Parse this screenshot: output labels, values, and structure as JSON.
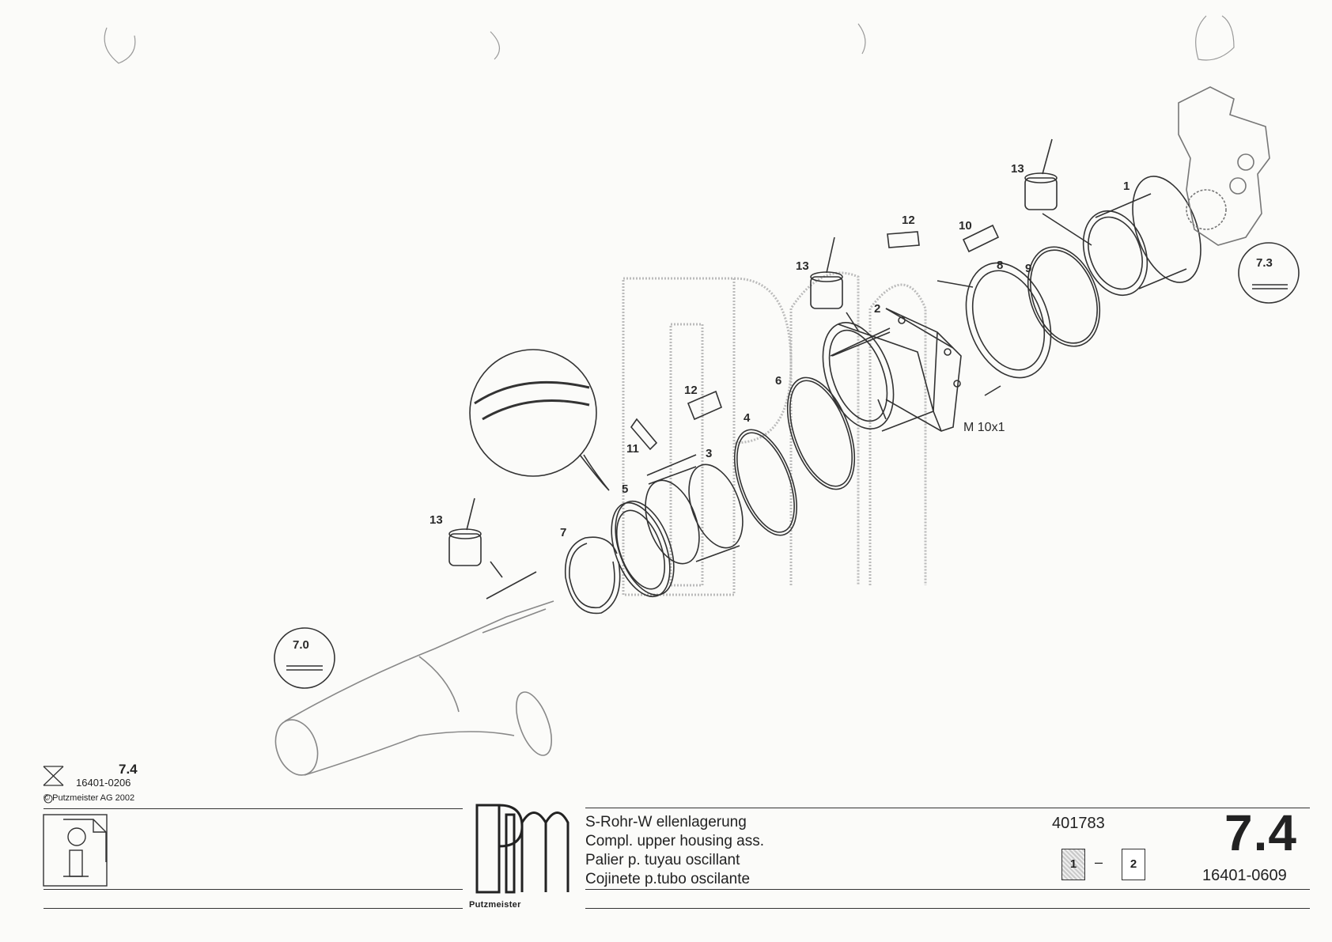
{
  "callouts": {
    "c1": "1",
    "c2": "2",
    "c3": "3",
    "c4": "4",
    "c5": "5",
    "c6": "6",
    "c7": "7",
    "c8": "8",
    "c9": "9",
    "c10": "10",
    "c11": "11",
    "c12a": "12",
    "c12b": "12",
    "c13a": "13",
    "c13b": "13",
    "c13c": "13"
  },
  "thread_spec": "M 10x1",
  "references": {
    "ref_top": "7.3",
    "ref_left": "7.0"
  },
  "corner": {
    "section": "7.4",
    "code": "16401-0206",
    "copyright": "© Putzmeister AG 2002"
  },
  "title": {
    "de": "S-Rohr-W ellenlagerung",
    "en": "Compl. upper housing ass.",
    "fr": "Palier p. tuyau oscillant",
    "es": "Cojinete p.tubo oscilante"
  },
  "part_number": "401783",
  "page": {
    "current": "1",
    "separator": "–",
    "total": "2"
  },
  "section_number": "7.4",
  "doc_number": "16401-0609",
  "brand": "Putzmeister",
  "icons": {
    "info": "info-icon",
    "logo": "pm-logo",
    "crossed": "crossed-box-icon"
  }
}
